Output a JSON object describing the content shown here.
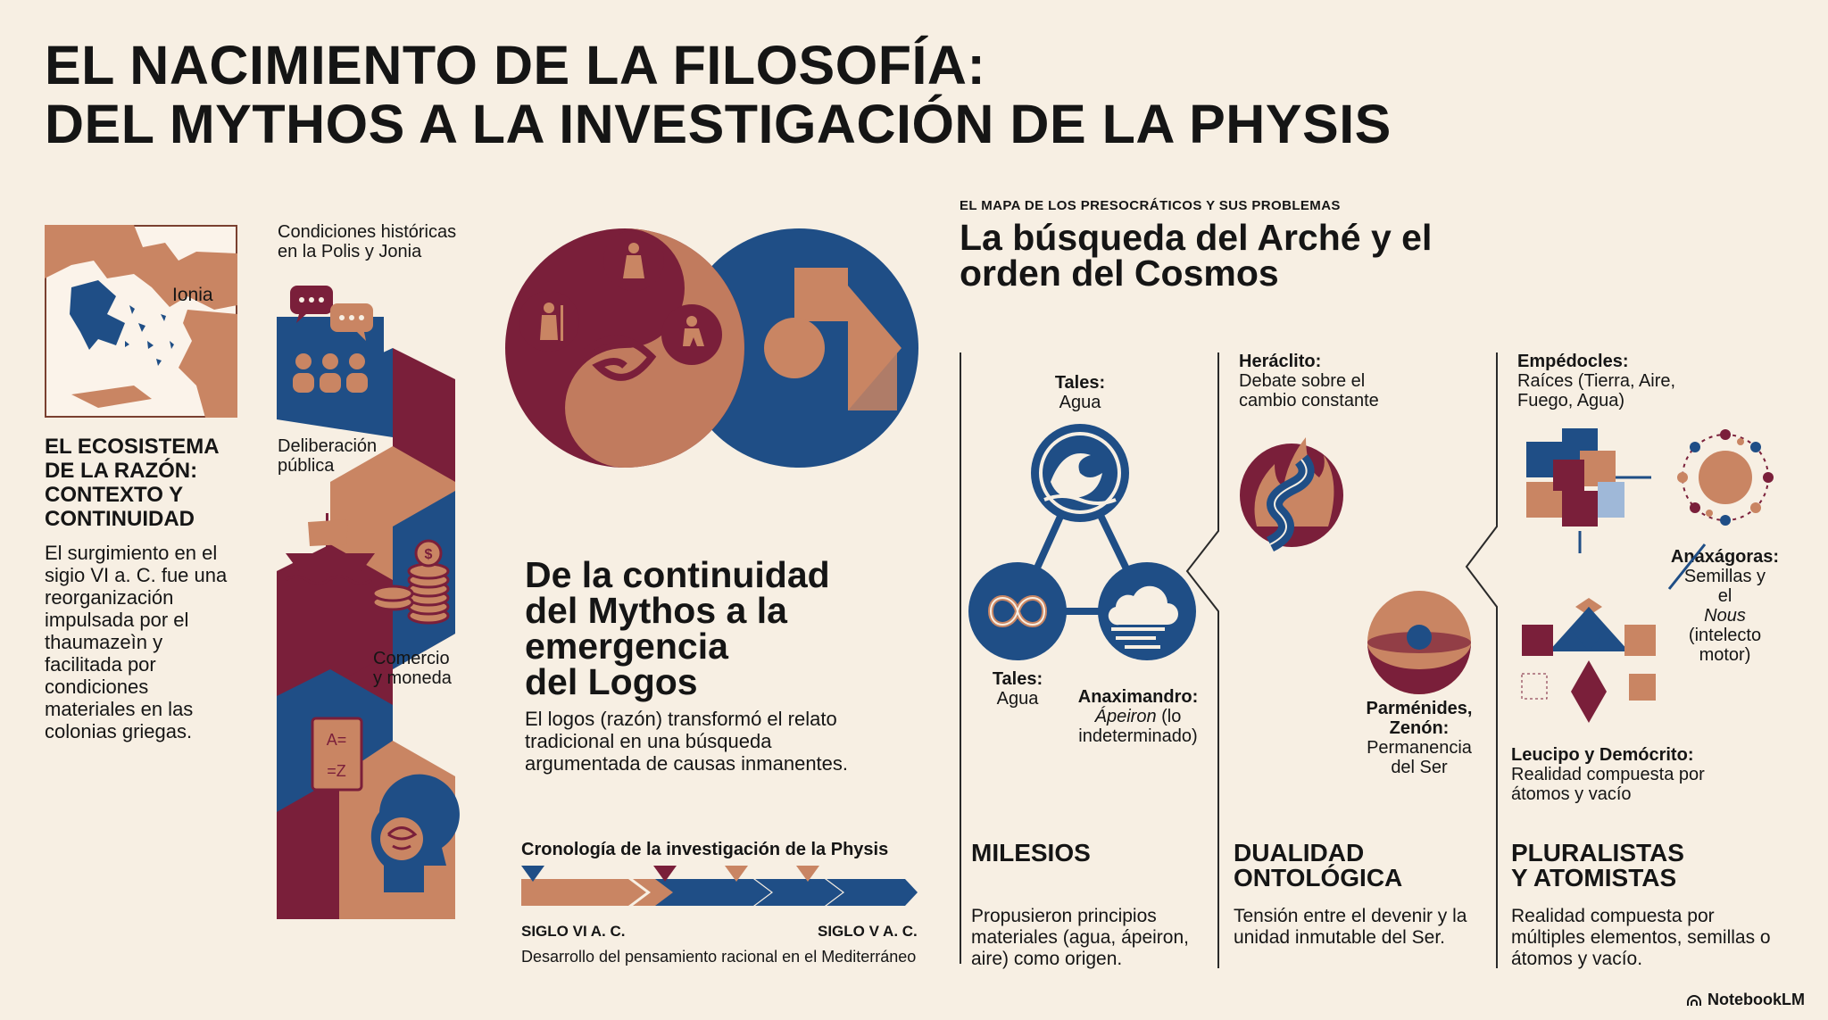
{
  "title": {
    "line1": "EL NACIMIENTO DE LA FILOSOFÍA:",
    "line2": "DEL MYTHOS A LA INVESTIGACIÓN DE LA PHYSIS"
  },
  "left": {
    "map_label": "Ionia",
    "heading": [
      "EL ECOSISTEMA",
      "DE LA RAZÓN:",
      "CONTEXTO Y",
      "CONTINUIDAD"
    ],
    "body": "El surgimiento en el sigio VI a. C. fue una reorganización impulsada por el thaumazeìn y facilitada por condiciones materiales en las colonias griegas.",
    "conditions_label": "Condiciones históricas en la Polis y Jonia",
    "deliberation_label": "Deliberación pública",
    "commerce_label": "Comercio y moneda"
  },
  "center": {
    "heading": [
      "De la continuidad",
      "del Mythos a la",
      "emergencia",
      "del Logos"
    ],
    "body": "El logos (razón) transformó el relato tradicional en una búsqueda argumentada de causas inmanentes.",
    "timeline": {
      "title": "Cronología de la investigación de la Physis",
      "start": "SIGLO VI A. C.",
      "end": "SIGLO V A. C.",
      "caption": "Desarrollo del pensamiento racional en el Mediterráneo"
    }
  },
  "right": {
    "kicker": "EL MAPA DE LOS PRESOCRÁTICOS Y SUS PROBLEMAS",
    "heading": [
      "La búsqueda del Arché y el",
      "orden del Cosmos"
    ],
    "milesios": {
      "tales_top_name": "Tales:",
      "tales_top_value": "Agua",
      "tales_left_name": "Tales:",
      "tales_left_value": "Agua",
      "anax_name": "Anaximandro:",
      "anax_value_italic": "Ápeiron",
      "anax_value_rest": " (lo indeterminado)",
      "heading": "MILESIOS",
      "body": "Propusieron principios materiales (agua, ápeiron, aire) como origen."
    },
    "dualidad": {
      "heraclito_name": "Heráclito:",
      "heraclito_value": "Debate sobre el cambio constante",
      "parmenides_name": "Parménides, Zenón:",
      "parmenides_value": "Permanencia del Ser",
      "heading": [
        "DUALIDAD",
        "ONTOLÓGICA"
      ],
      "body": "Tensión entre el devenir y la unidad inmutable del Ser."
    },
    "pluralistas": {
      "empedocles_name": "Empédocles:",
      "empedocles_value": "Raíces (Tierra, Aire, Fuego, Agua)",
      "anaxagoras_name": "Anaxágoras:",
      "anaxagoras_value1": "Semillas y el",
      "anaxagoras_value_italic": "Nous",
      "anaxagoras_value2": "(intelecto motor)",
      "leucipo_name": "Leucipo y Demócrito:",
      "leucipo_value": "Realidad compuesta por átomos y vacío",
      "heading": [
        "PLURALISTAS",
        "Y ATOMISTAS"
      ],
      "body": "Realidad compuesta por múltiples elementos, semillas o átomos y vacío."
    }
  },
  "brand": "NotebookLM",
  "colors": {
    "background": "#f7efe3",
    "burgundy": "#7a1f3a",
    "navy": "#1f4e86",
    "copper": "#c98563",
    "text": "#151515"
  }
}
